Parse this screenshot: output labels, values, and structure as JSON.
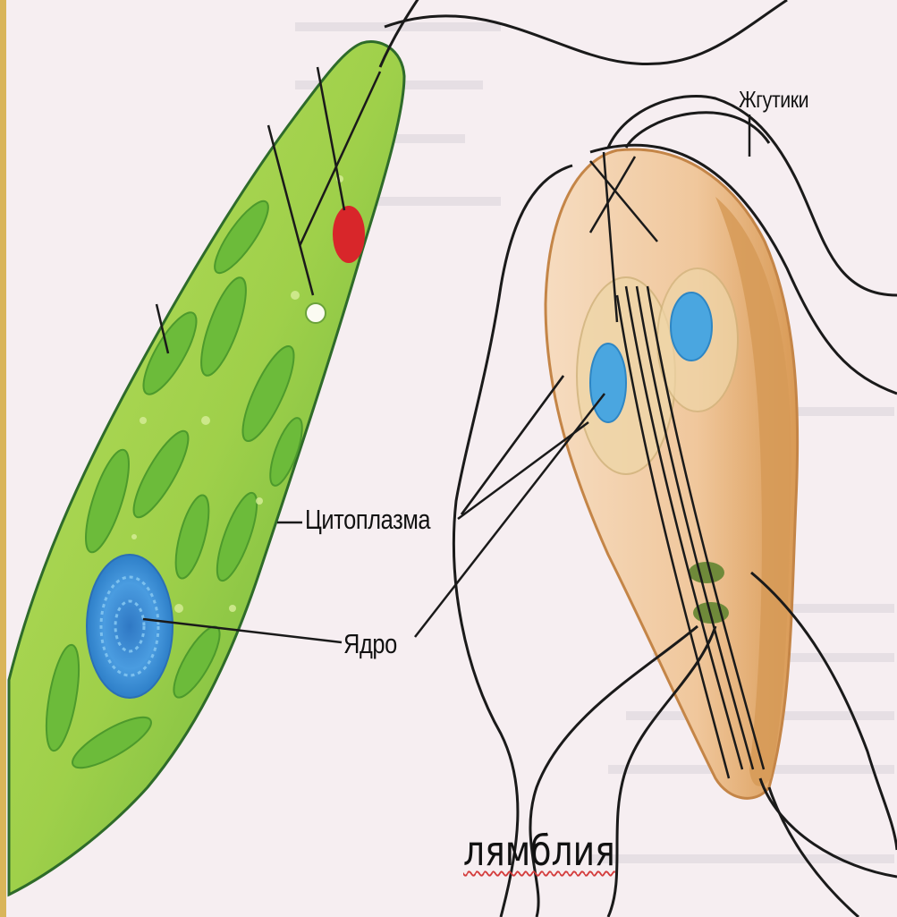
{
  "labels": {
    "flagella": "Жгутики",
    "cytoplasm": "Цитоплазма",
    "nucleus": "Ядро",
    "organism": "лямблия"
  },
  "colors": {
    "euglena_body": "#8cc63f",
    "euglena_edge": "#2e6b2a",
    "chloroplast": "#6bb536",
    "euglena_nucleus": "#3d8fd6",
    "eyespot": "#d8262a",
    "giardia_body": "#f2c8a0",
    "giardia_edge": "#c98b4c",
    "giardia_nucleus": "#4aa6e0",
    "outline": "#1a1a1a",
    "spellcheck_underline": "#d43c3c",
    "page_edge": "#d9b55a"
  }
}
